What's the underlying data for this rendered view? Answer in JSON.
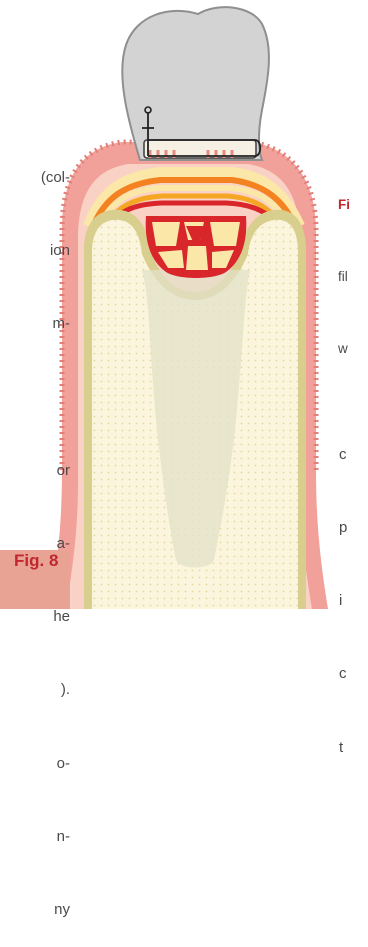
{
  "left_text": [
    "(col-",
    "ion",
    "m-",
    "",
    "or",
    "a-",
    "he",
    ").",
    "o-",
    "n-",
    "ny"
  ],
  "right_caption": {
    "label": "Fi",
    "lines": [
      "fil",
      "w"
    ]
  },
  "right_text": [
    "c",
    "p",
    "i",
    "c",
    "t"
  ],
  "figure_label": "Fig. 8",
  "colors": {
    "gingiva_outer": "#f2a09a",
    "gingiva_inner": "#f9d2c5",
    "bone_border": "#d8cf8f",
    "bone_fill": "#fbf7e2",
    "accent_red": "#c1272d",
    "orange": "#f58220",
    "tooth": "#d3d3d4"
  }
}
